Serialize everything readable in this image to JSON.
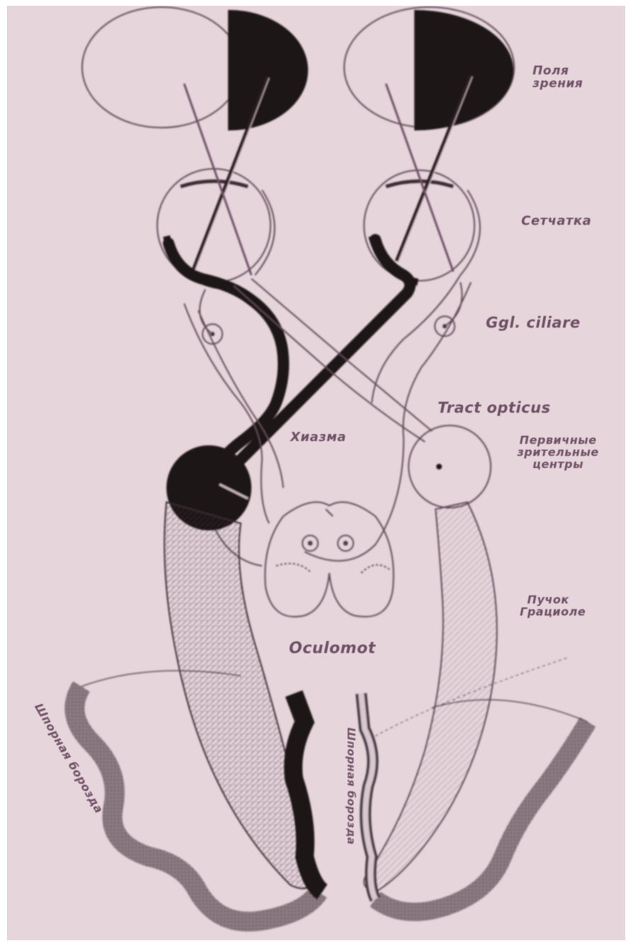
{
  "labels": {
    "pole_zreniya": "Поля зрения",
    "setchatka": "Сетчатка",
    "ggl_ciliare": "Ggl. ciliare",
    "tract_opticus": "Tract opticus",
    "hiazma": "Хиазма",
    "pervichnye_centry": "Первичные зрительные центры",
    "puchok_graciole": "Пучок Грациоле",
    "oculomot": "Oculomot",
    "cortex_left": "Шпорная борозда",
    "cortex_right": "Шпорная борозда"
  },
  "colors": {
    "paper": "#e6d6dc",
    "ink": "#2a1f24",
    "outline": "#5e4652",
    "label": "#6e4f63"
  }
}
